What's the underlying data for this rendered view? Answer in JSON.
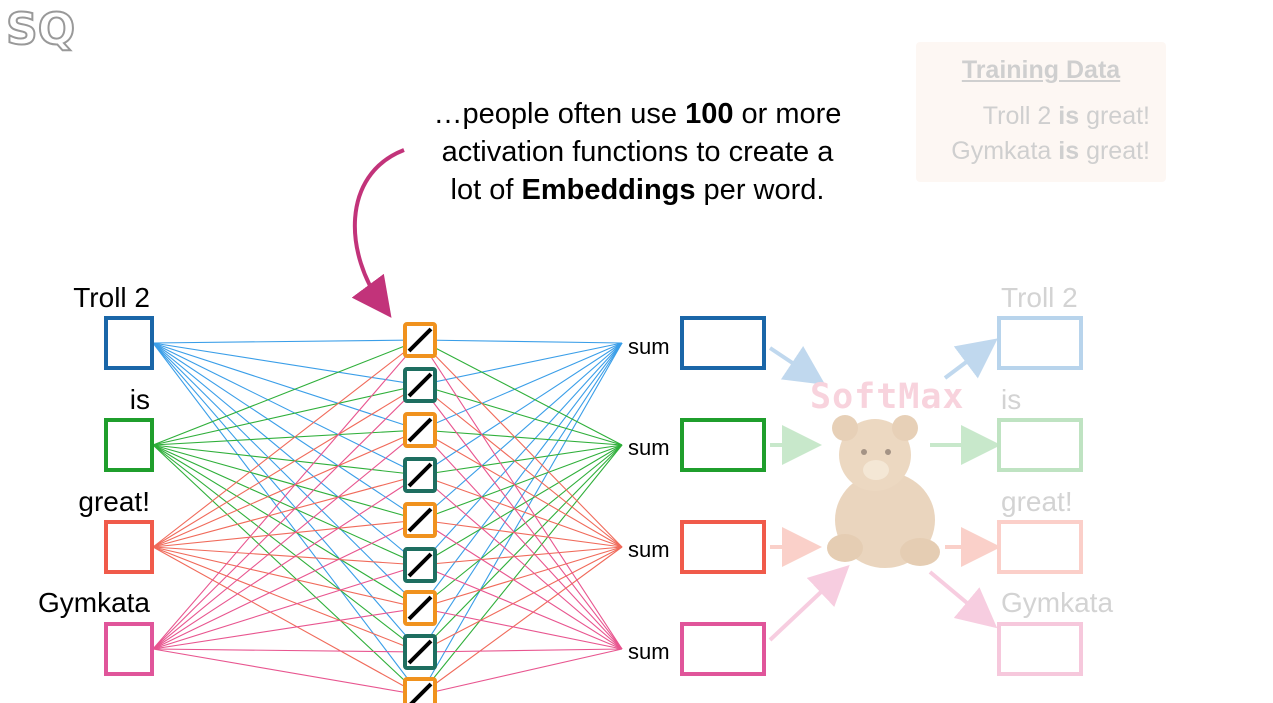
{
  "logo": {
    "text": "SQ"
  },
  "callout": {
    "line1_pre": "…people often use ",
    "line1_bold": "100",
    "line1_post": " or more",
    "line2": "activation functions to create a",
    "line3_pre": "lot of ",
    "line3_bold": "Embeddings",
    "line3_post": " per word."
  },
  "training_data": {
    "title": "Training Data",
    "line1_pre": "Troll 2 ",
    "line1_bold": "is",
    "line1_post": " great!",
    "line2_pre": "Gymkata ",
    "line2_bold": "is",
    "line2_post": " great!"
  },
  "inputs": [
    {
      "label": "Troll 2",
      "color": "#1a66a8"
    },
    {
      "label": "is",
      "color": "#1f9e2c"
    },
    {
      "label": "great!",
      "color": "#f05a4a"
    },
    {
      "label": "Gymkata",
      "color": "#e0559a"
    }
  ],
  "line_colors": [
    "#3a9ee8",
    "#2faf3a",
    "#f06a5a",
    "#e8558f"
  ],
  "sum_label": "sum",
  "sums_count_labels": [
    "sum",
    "sum",
    "sum",
    "sum"
  ],
  "softmax_label": "SoftMax",
  "outputs": [
    {
      "label": "Troll 2",
      "color": "#b8d4ec"
    },
    {
      "label": "is",
      "color": "#bfe3c2"
    },
    {
      "label": "great!",
      "color": "#fbcfc9"
    },
    {
      "label": "Gymkata",
      "color": "#f6c8dc"
    }
  ],
  "activation_colors": [
    "#f0921e",
    "#1e6e60"
  ],
  "arrow_color": "#c2337a"
}
